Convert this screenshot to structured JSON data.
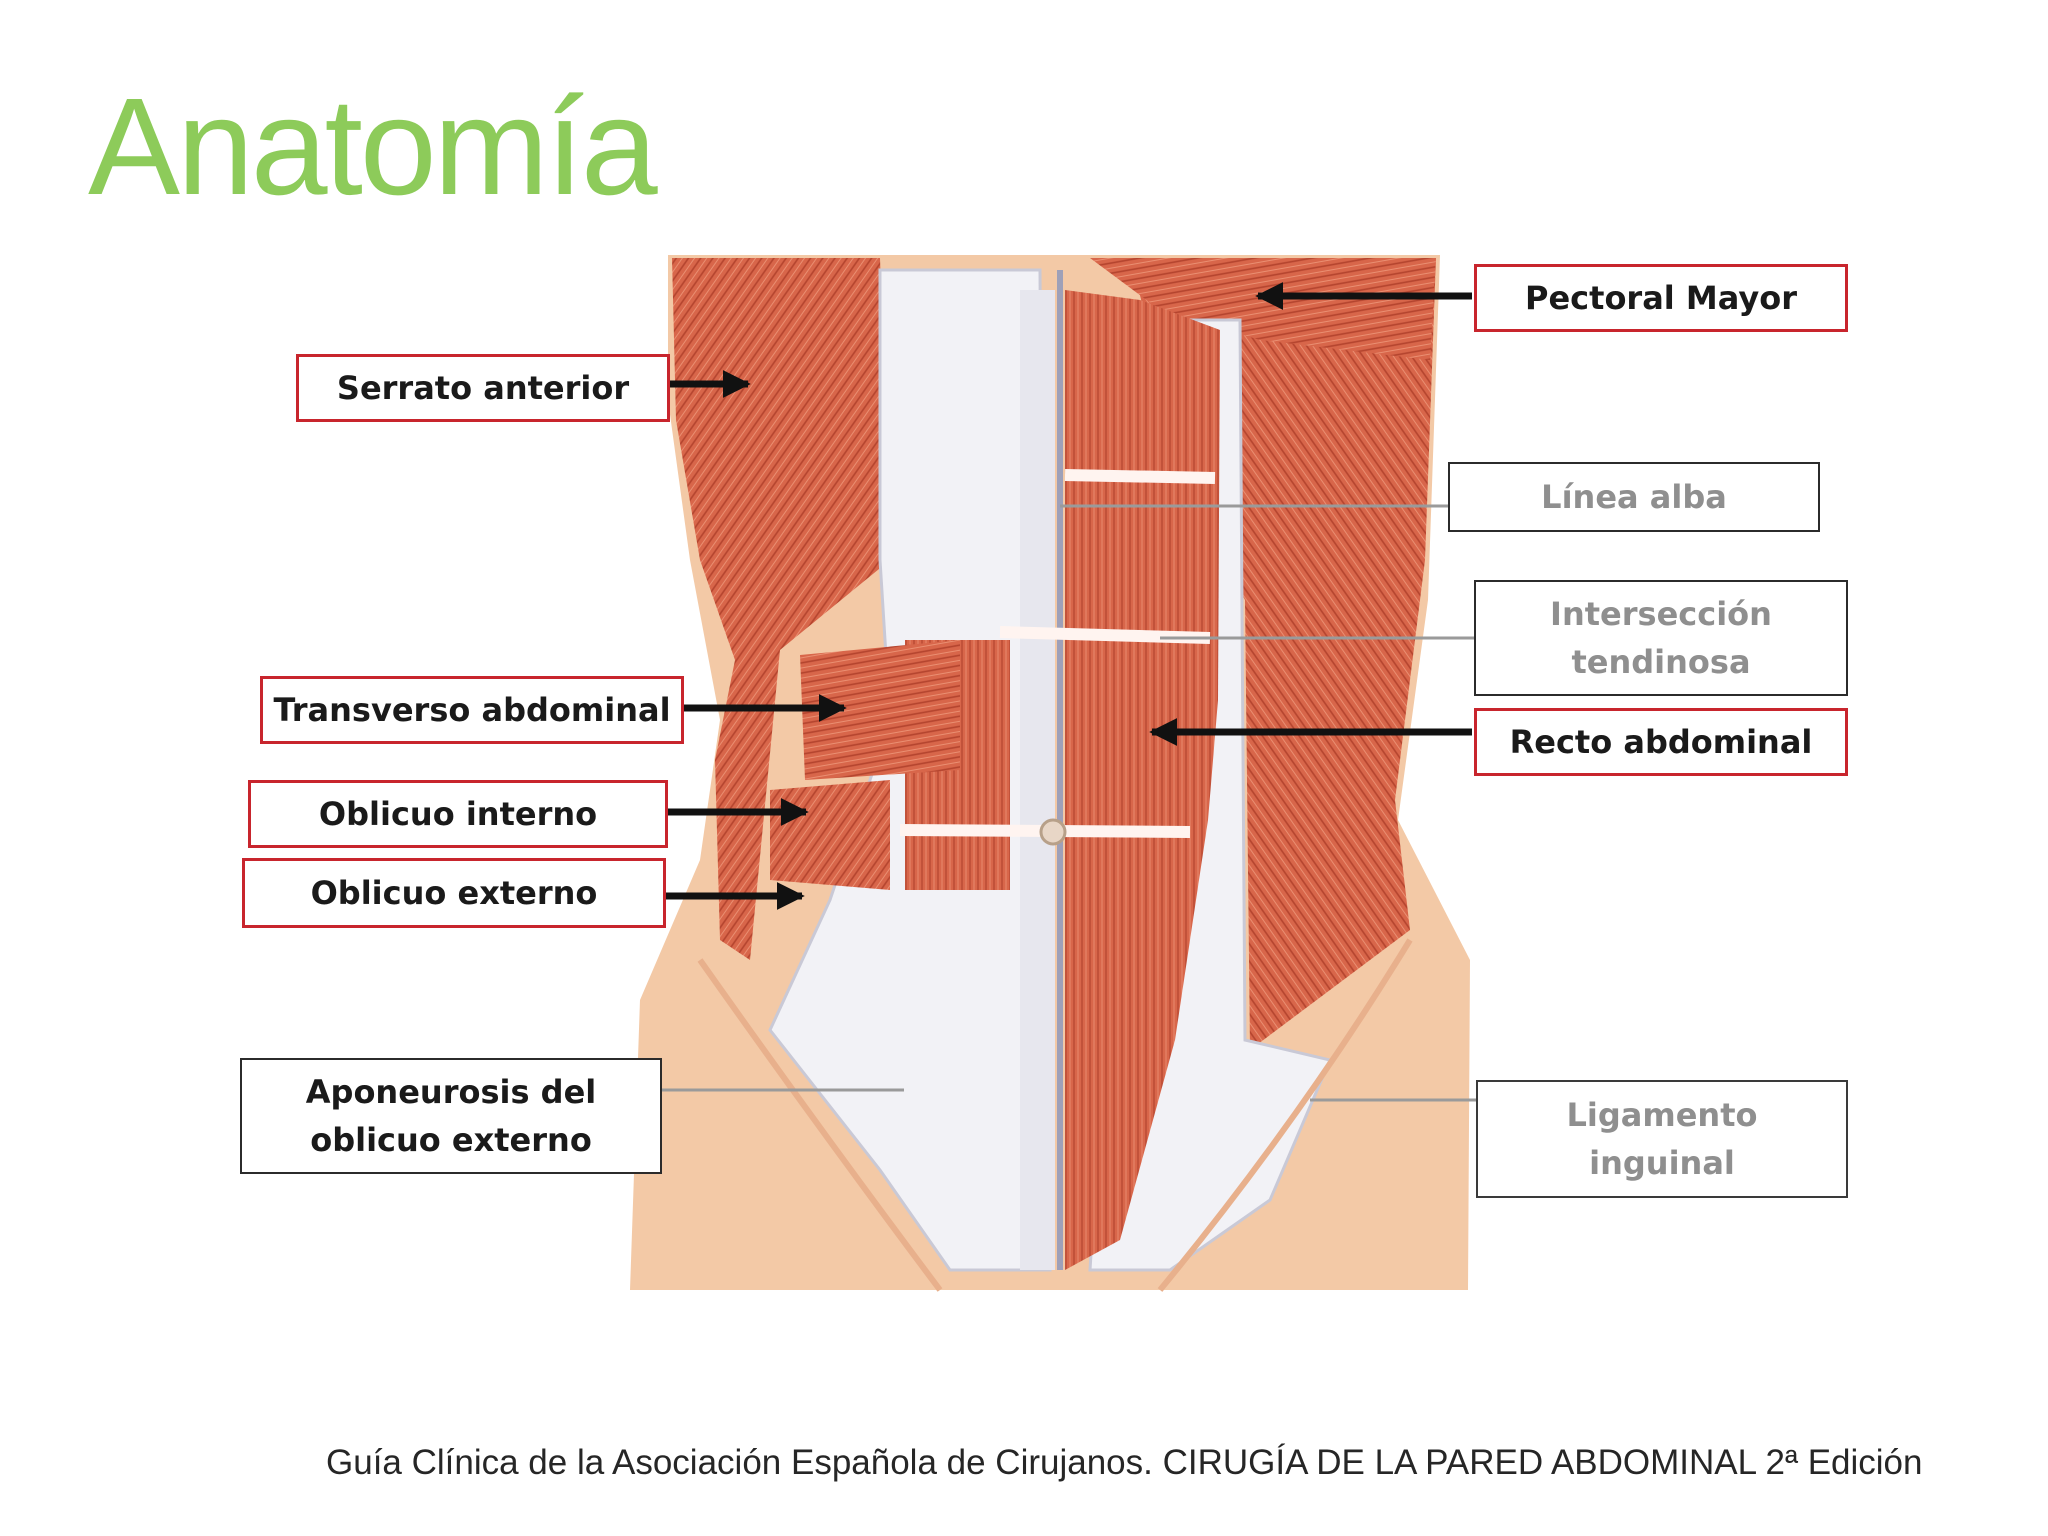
{
  "title": "Anatomía",
  "labels": {
    "pectoral_mayor": "Pectoral Mayor",
    "serrato_anterior": "Serrato anterior",
    "linea_alba": "Línea  alba",
    "interseccion_1": "Intersección",
    "interseccion_2": "tendinosa",
    "transverso_abdominal": "Transverso abdominal",
    "recto_abdominal": "Recto abdominal",
    "oblicuo_interno": "Oblicuo interno",
    "oblicuo_externo": "Oblicuo externo",
    "aponeurosis_1": "Aponeurosis del",
    "aponeurosis_2": "oblicuo  externo",
    "ligamento_1": "Ligamento",
    "ligamento_2": "inguinal"
  },
  "caption": "Guía Clínica de la Asociación Española de Cirujanos. CIRUGÍA DE LA PARED ABDOMINAL 2ª Edición",
  "colors": {
    "title": "#8DCB5A",
    "muscle": "#D9664A",
    "muscle_dark": "#B8442C",
    "skin": "#F3C9A6",
    "tendon": "#F4F4F8",
    "label_red_border": "#C8252D"
  }
}
